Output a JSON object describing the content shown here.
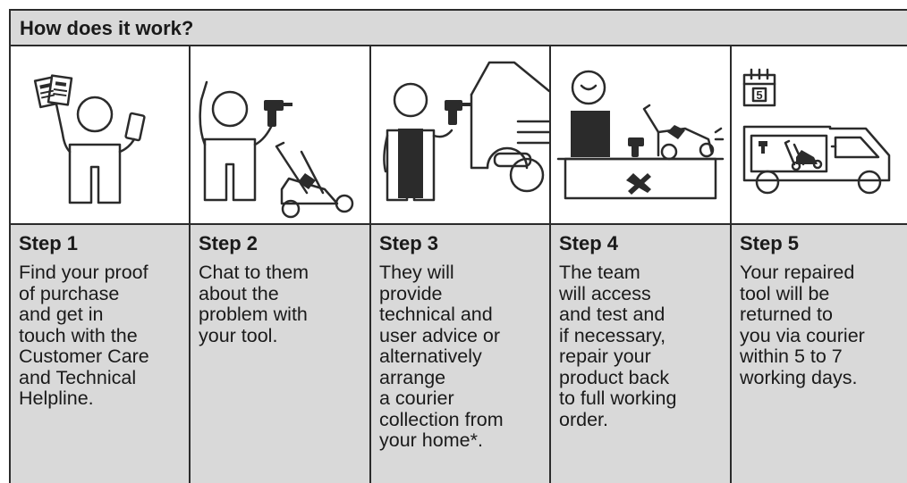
{
  "header": {
    "title": "How does it work?"
  },
  "steps": [
    {
      "title": "Step 1",
      "text": "Find your proof\nof purchase\nand get in\ntouch with the\nCustomer Care\nand Technical\nHelpline."
    },
    {
      "title": "Step 2",
      "text": "Chat to them\nabout the\nproblem with\nyour tool."
    },
    {
      "title": "Step 3",
      "text": "They will\nprovide\ntechnical and\nuser advice or\nalternatively\narrange\na courier\ncollection from\nyour home*."
    },
    {
      "title": "Step 4",
      "text": "The team\nwill access\nand test and\nif necessary,\nrepair your\nproduct back\nto full working\norder."
    },
    {
      "title": "Step 5",
      "text": "Your repaired\ntool will be\nreturned to\nyou via courier\nwithin 5 to 7\nworking days."
    }
  ],
  "calendar_day": "5",
  "colors": {
    "panel": "#d9d9d9",
    "line": "#2b2b2b",
    "ink": "#1a1a1a"
  }
}
